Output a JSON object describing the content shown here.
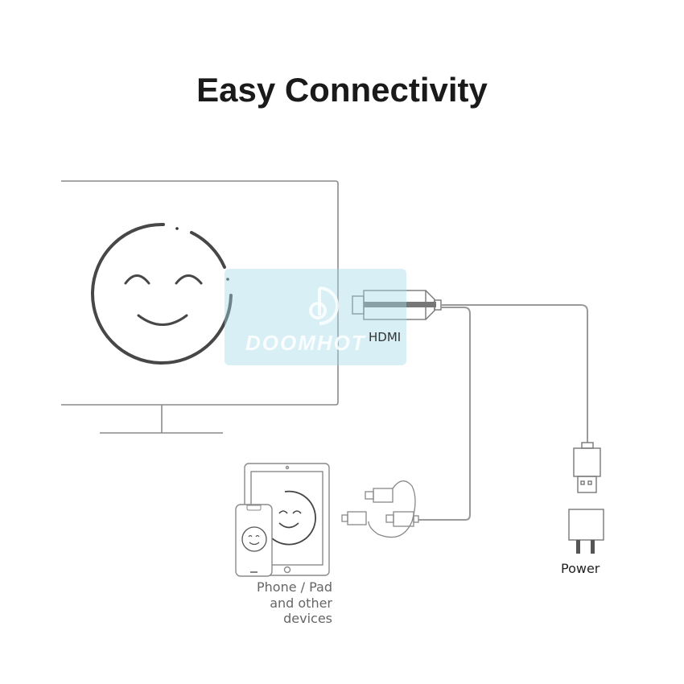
{
  "title": "Easy Connectivity",
  "labels": {
    "hdmi": "HDMI",
    "devices_line1": "Phone / Pad",
    "devices_line2": "and other devices",
    "power": "Power"
  },
  "watermark": {
    "text": "DOOMHOT"
  },
  "icons": {
    "monitor": "monitor-icon",
    "tv_smiley": "smiley-face-icon",
    "hdmi_dongle": "hdmi-dongle-icon",
    "usb_plug": "usb-plug-icon",
    "power_adapter": "power-adapter-icon",
    "tablet": "tablet-icon",
    "phone": "phone-icon",
    "multi_connector": "multi-connector-cable-icon"
  },
  "colors": {
    "line": "#8a8a8a",
    "face": "#444444",
    "watermark_bg": "#a0dae8"
  }
}
